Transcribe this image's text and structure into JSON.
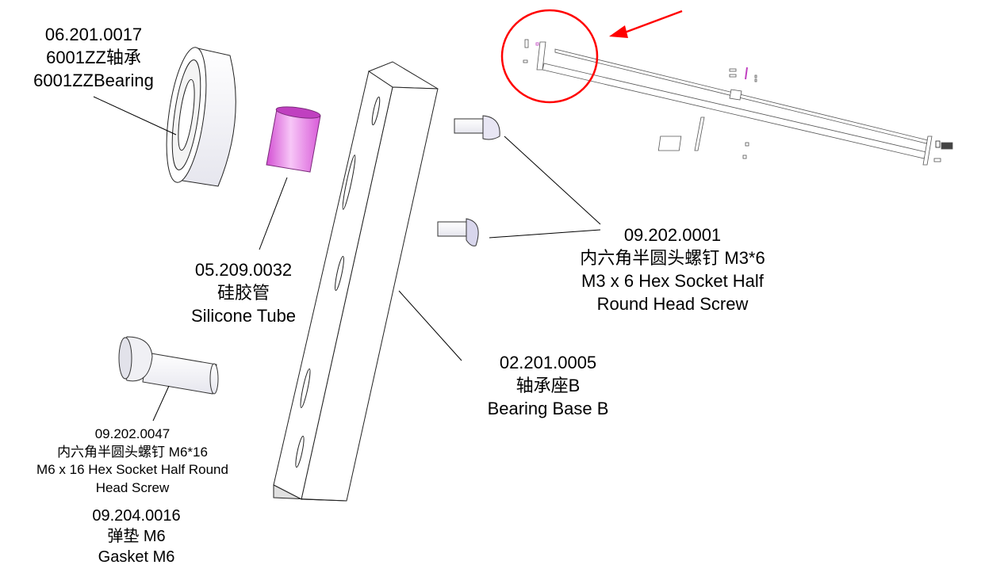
{
  "labels": {
    "bearing": {
      "code": "06.201.0017",
      "cn": "6001ZZ轴承",
      "en": "6001ZZBearing"
    },
    "silicone_tube": {
      "code": "05.209.0032",
      "cn": "硅胶管",
      "en": "Silicone Tube"
    },
    "m3_screw": {
      "code": "09.202.0001",
      "cn": "内六角半圆头螺钉 M3*6",
      "en1": "M3 x 6 Hex Socket Half",
      "en2": "Round Head Screw"
    },
    "bearing_base": {
      "code": "02.201.0005",
      "cn": "轴承座B",
      "en": "Bearing Base B"
    },
    "m6_screw": {
      "code": "09.202.0047",
      "cn": "内六角半圆头螺钉 M6*16",
      "en1": "M6 x 16 Hex Socket Half Round",
      "en2": "Head Screw"
    },
    "gasket": {
      "code": "09.204.0016",
      "cn": "弹垫 M6",
      "en": "Gasket M6"
    }
  },
  "colors": {
    "highlight": "#ff0000",
    "tube": "#e879e8",
    "line": "#000000"
  }
}
